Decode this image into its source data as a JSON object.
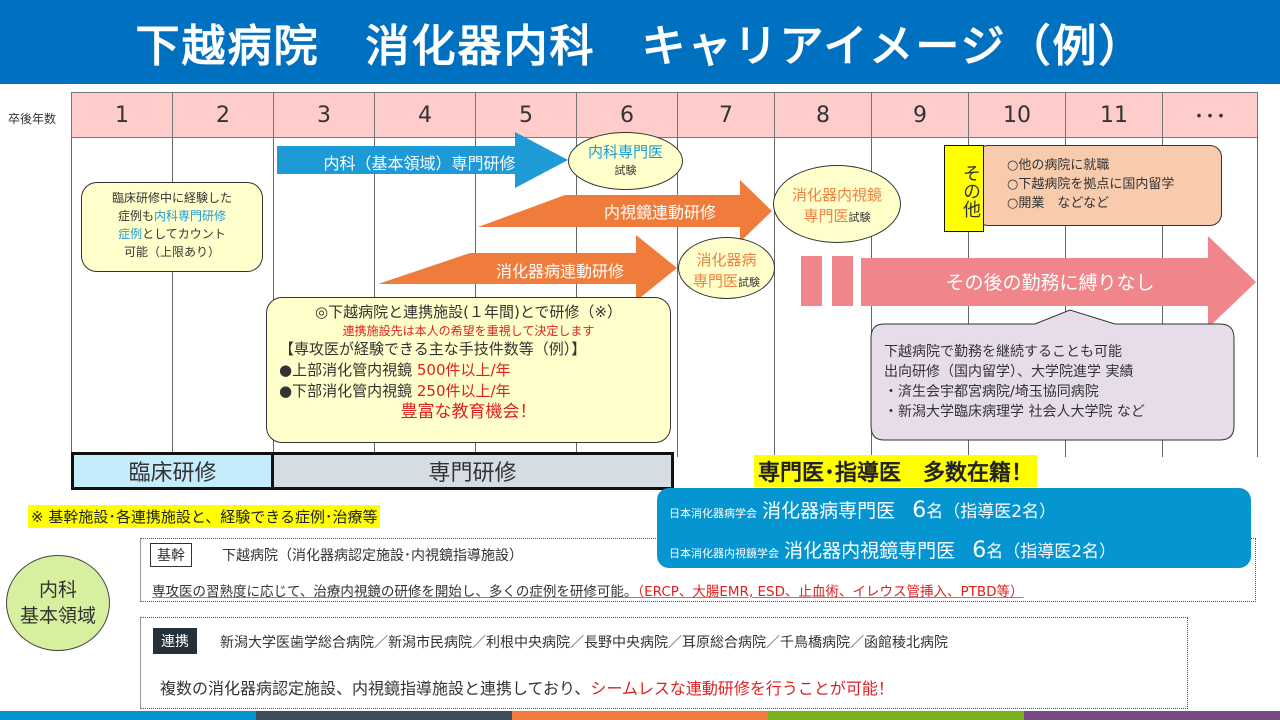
{
  "header": {
    "title": "下越病院　消化器内科　キャリアイメージ（例）"
  },
  "timeline": {
    "row_label": "卒後年数",
    "years": [
      "1",
      "2",
      "3",
      "4",
      "5",
      "6",
      "7",
      "8",
      "9",
      "10",
      "11",
      "･･･"
    ]
  },
  "arrows": {
    "naika": "内科（基本領域）専門研修",
    "endoscopy": "内視鏡連動研修",
    "gastro": "消化器病連動研修",
    "after": "その後の勤務に縛りなし"
  },
  "exams": {
    "naika": {
      "title": "内科専門医",
      "suffix": "試験"
    },
    "gastro": {
      "title_line1": "消化器病",
      "title_line2": "専門医",
      "suffix": "試験"
    },
    "endoscopy": {
      "title_line1": "消化器内視鏡",
      "title_line2": "専門医",
      "suffix": "試験"
    }
  },
  "clinical_note": {
    "line1": "臨床研修中に経験した",
    "line2a": "症例も",
    "line2b": "内科専門研修",
    "line3a": "症例",
    "line3b": "としてカウント",
    "line4": "可能（上限あり）"
  },
  "training_box": {
    "line1": "◎下越病院と連携施設(１年間)とで研修（※）",
    "line2": "連携施設先は本人の希望を重視して決定します",
    "line3": "【専攻医が経験できる主な手技件数等（例）】",
    "line4a": "●上部消化管内視鏡 ",
    "line4b": "500件以上/年",
    "line5a": "●下部消化管内視鏡 ",
    "line5b": "250件以上/年",
    "line6": "豊富な教育機会！"
  },
  "other": {
    "label": "その他",
    "items": [
      "○他の病院に就職",
      "○下越病院を拠点に国内留学",
      "○開業　などなど"
    ]
  },
  "after_box": {
    "lines": [
      "下越病院で勤務を継続することも可能",
      "出向研修（国内留学）、大学院進学 実績",
      "・済生会宇都宮病院/埼玉協同病院",
      "・新潟大学臨床病理学 社会人大学院 など"
    ]
  },
  "phases": {
    "clinical": "臨床研修",
    "specialty": "専門研修"
  },
  "specialists": {
    "headline": "専門医･指導医　多数在籍！",
    "rows": [
      {
        "society": "日本消化器病学会",
        "title": "消化器病専門医",
        "count": "6",
        "unit": "名（指導医2名）"
      },
      {
        "society": "日本消化器内視鏡学会",
        "title": "消化器内視鏡専門医",
        "count": "6",
        "unit": "名（指導医2名）"
      }
    ]
  },
  "note": {
    "text": "※ 基幹施設･各連携施設と、経験できる症例･治療等"
  },
  "domain_circle": {
    "line1": "内科",
    "line2": "基本領域"
  },
  "core": {
    "tag": "基幹",
    "facility": "下越病院（消化器病認定施設･内視鏡指導施設）",
    "desc": "専攻医の習熟度に応じて、治療内視鏡の研修を開始し、多くの症例を研修可能。",
    "desc_red": "（ERCP、大腸EMR, ESD、止血術、イレウス管挿入、PTBD等）"
  },
  "partner": {
    "tag": "連携",
    "facilities": "新潟大学医歯学総合病院／新潟市民病院／利根中央病院／長野中央病院／耳原総合病院／千鳥橋病院／函館稜北病院",
    "desc": "複数の消化器病認定施設、内視鏡指導施設と連携しており、",
    "desc_red": "シームレスな連動研修を行うことが可能！"
  },
  "colors": {
    "header": "#0070c0",
    "year_bg": "#ffcccc",
    "blue_arrow": "#1e9bd7",
    "orange_arrow": "#f07c3c",
    "pink_arrow": "#f0868c",
    "bottom": [
      "#0595d0",
      "#3d4f58",
      "#f07c3c",
      "#78b21e",
      "#7a4a82"
    ]
  }
}
